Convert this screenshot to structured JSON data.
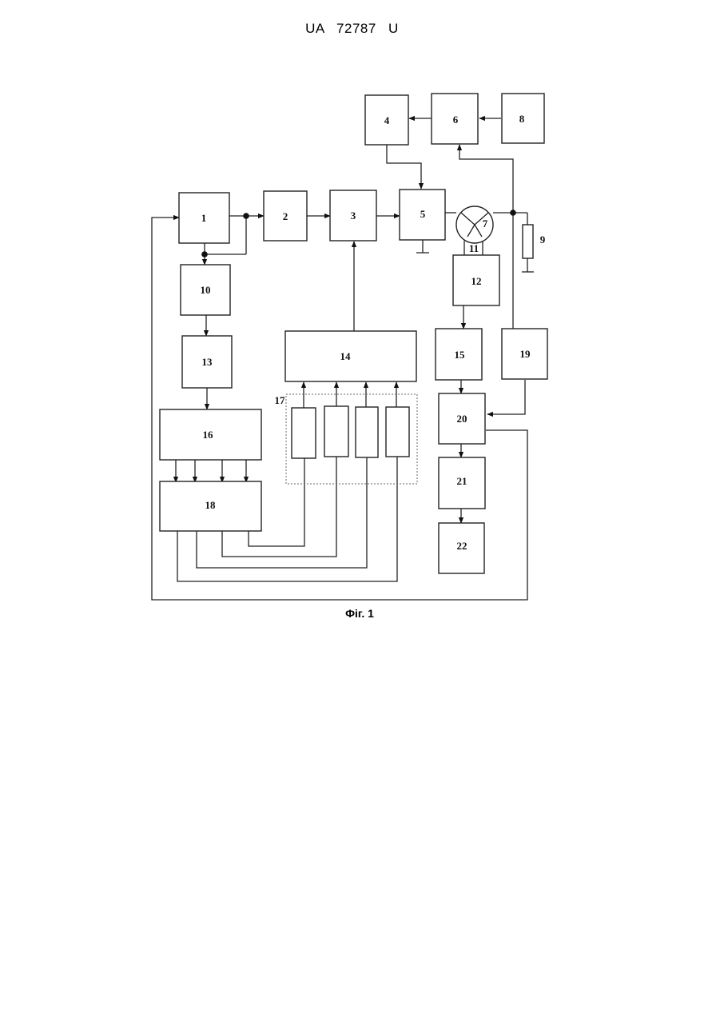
{
  "header": {
    "text": "UA 72787 U"
  },
  "figure": {
    "caption": "Фіг. 1",
    "blocks": {
      "b1": "1",
      "b2": "2",
      "b3": "3",
      "b4": "4",
      "b5": "5",
      "b6": "6",
      "b7": "7",
      "b8": "8",
      "b9": "9",
      "b10": "10",
      "b11": "11",
      "b12": "12",
      "b13": "13",
      "b14": "14",
      "b15": "15",
      "b16": "16",
      "b17": "17",
      "b18": "18",
      "b19": "19",
      "b20": "20",
      "b21": "21",
      "b22": "22"
    }
  }
}
